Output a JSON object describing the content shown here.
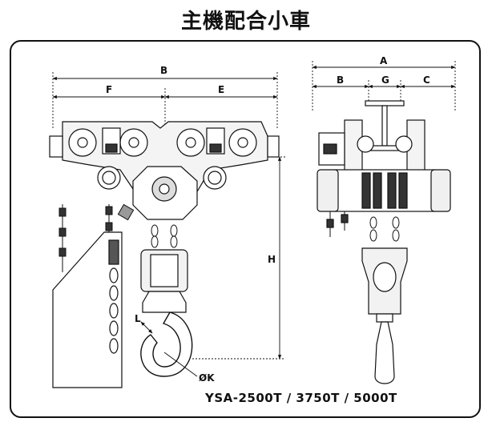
{
  "title": "主機配合小車",
  "model": "YSA-2500T / 3750T / 5000T",
  "dimensions": {
    "front_overall": "B",
    "front_left": "F",
    "front_right": "E",
    "height": "H",
    "side_overall": "A",
    "side_left": "B",
    "side_mid": "G",
    "side_right": "C",
    "hook_opening": "L",
    "hook_diameter": "ØK"
  }
}
